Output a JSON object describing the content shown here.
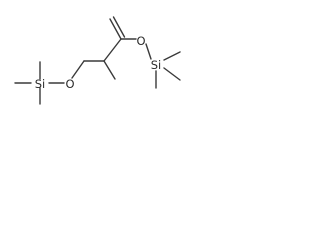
{
  "molecule": {
    "atoms": {
      "si_left": "Si",
      "o_left": "O",
      "o_right": "O",
      "si_right": "Si"
    }
  }
}
